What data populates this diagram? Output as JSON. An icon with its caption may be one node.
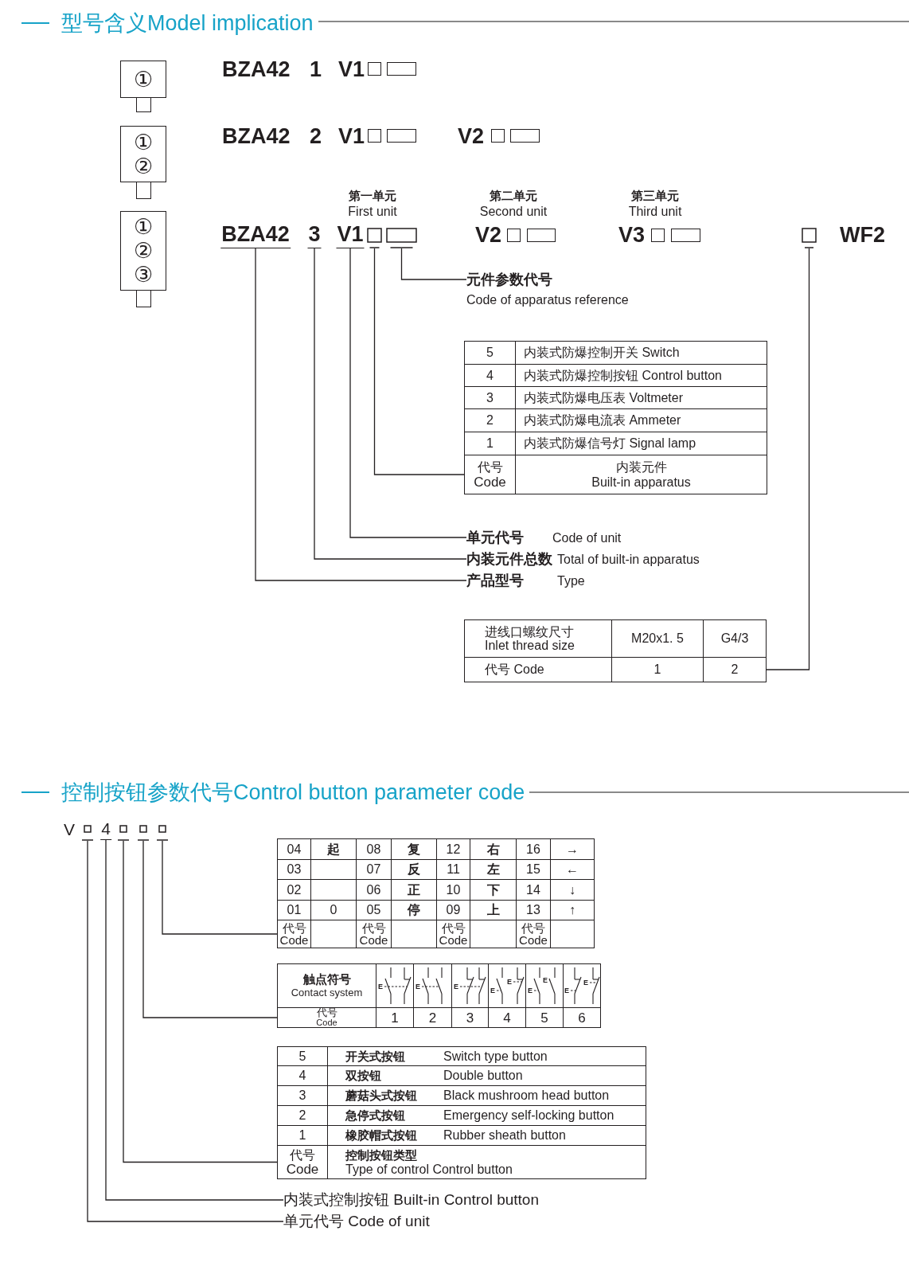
{
  "diagram": {
    "title": "型号含义Model implication",
    "nodes": [
      {
        "text": [
          "①"
        ]
      },
      {
        "text": [
          "①",
          "②"
        ]
      },
      {
        "text": [
          "①",
          "②",
          "③"
        ]
      },
      {
        "text": [
          "BZA42"
        ]
      },
      {
        "text": [
          "3"
        ]
      },
      {
        "text": [
          "V1"
        ]
      },
      {
        "text": [],
        "shape": "box"
      },
      {
        "text": [],
        "shape": "box"
      },
      {
        "text": [],
        "shape": "box"
      },
      {
        "text": [
          "元件参数代号",
          "Code of apparatus reference"
        ]
      },
      {
        "text": [
          "代号",
          "Code"
        ]
      },
      {
        "text": [
          "单元代号",
          "Code of unit"
        ]
      },
      {
        "text": [
          "内装元件总数",
          "Total of built-in apparatus"
        ]
      },
      {
        "text": [
          "产品型号",
          "Type"
        ]
      },
      {
        "text": [
          "2"
        ]
      },
      {
        "text": [],
        "shape": "box"
      },
      {
        "text": [
          "4"
        ]
      },
      {
        "text": [],
        "shape": "box"
      },
      {
        "text": [],
        "shape": "box"
      },
      {
        "text": [],
        "shape": "box"
      },
      {
        "text": [
          "代号",
          "Code"
        ]
      },
      {
        "text": [
          "代号",
          "Code"
        ]
      },
      {
        "text": [
          "代号",
          "Code"
        ]
      },
      {
        "text": [
          "内装式控制按钮 Built-in Control button"
        ]
      },
      {
        "text": [
          "单元代号 Code of unit"
        ]
      }
    ],
    "edges": [
      {
        "from": 3,
        "to": 13,
        "arrow": "none"
      },
      {
        "from": 4,
        "to": 12,
        "arrow": "none"
      },
      {
        "from": 5,
        "to": 11,
        "arrow": "none"
      },
      {
        "from": 6,
        "to": 10,
        "arrow": "none"
      },
      {
        "from": 7,
        "to": 9,
        "arrow": "none"
      },
      {
        "from": 8,
        "to": 14,
        "arrow": "none"
      },
      {
        "from": 15,
        "to": 24,
        "arrow": "none"
      },
      {
        "from": 16,
        "to": 23,
        "arrow": "none"
      },
      {
        "from": 17,
        "to": 22,
        "arrow": "none"
      },
      {
        "from": 18,
        "to": 21,
        "arrow": "none"
      },
      {
        "from": 19,
        "to": 20,
        "arrow": "none"
      }
    ],
    "labels": [
      "BZA42",
      "1",
      "V1",
      "BZA42",
      "2",
      "V1",
      "V2",
      "第一单元",
      "First unit",
      "第二单元",
      "Second unit",
      "第三单元",
      "Third unit",
      "V2",
      "V3",
      "WF2",
      "5",
      "内装式防爆控制开关 Switch",
      "4",
      "内装式防爆控制按钮 Control button",
      "3",
      "内装式防爆电压表 Voltmeter",
      "2",
      "内装式防爆电流表 Ammeter",
      "1",
      "内装式防爆信号灯 Signal lamp",
      "内装元件",
      "Built-in apparatus",
      "进线口螺纹尺寸",
      "Inlet thread size",
      "M20x1. 5",
      "G4/3",
      "代号 Code",
      "1",
      "控制按钮参数代号Control button parameter code",
      "V",
      "04",
      "起",
      "08",
      "复",
      "12",
      "右",
      "16",
      "→",
      "03",
      "07",
      "反",
      "11",
      "左",
      "15",
      "←",
      "02",
      "06",
      "正",
      "10",
      "下",
      "14",
      "↓",
      "01",
      "0",
      "05",
      "停",
      "09",
      "上",
      "13",
      "↑",
      "代号",
      "Code",
      "代号",
      "Code",
      "代号",
      "Code",
      "触点符号",
      "Contact system",
      "E",
      "E",
      "E",
      "E",
      "E",
      "E",
      "E",
      "E",
      "E",
      "1",
      "2",
      "3",
      "4",
      "5",
      "6",
      "5",
      "开关式按钮",
      "Switch type button",
      "4",
      "双按钮",
      "Double button",
      "3",
      "蘑菇头式按钮",
      "Black mushroom head button",
      "2",
      "急停式按钮",
      "Emergency self-locking button",
      "1",
      "橡胶帽式按钮",
      "Rubber sheath button",
      "控制按钮类型",
      "Type of control Control button"
    ]
  }
}
